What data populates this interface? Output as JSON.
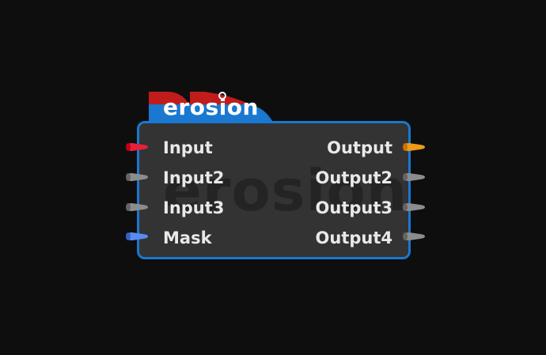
{
  "node": {
    "title": "erosion",
    "watermark": "erosion"
  },
  "inputs": [
    {
      "label": "Input",
      "color": "#e8203a"
    },
    {
      "label": "Input2",
      "color": "#8c8c8c"
    },
    {
      "label": "Input3",
      "color": "#8c8c8c"
    },
    {
      "label": "Mask",
      "color": "#5a8cf0"
    }
  ],
  "outputs": [
    {
      "label": "Output",
      "color": "#f09a1a"
    },
    {
      "label": "Output2",
      "color": "#8c8c8c"
    },
    {
      "label": "Output3",
      "color": "#8c8c8c"
    },
    {
      "label": "Output4",
      "color": "#8c8c8c"
    }
  ],
  "colors": {
    "accent": "#1a78d0",
    "flag": "#c01c1c",
    "node_body": "#333333",
    "background": "#0e0e0e"
  }
}
